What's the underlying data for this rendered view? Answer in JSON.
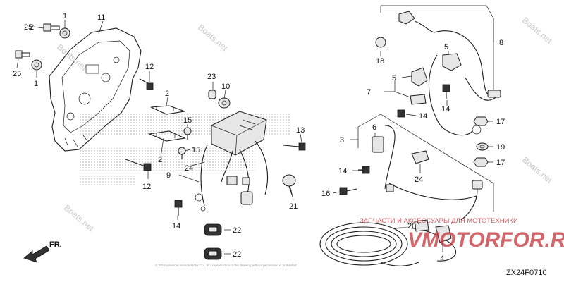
{
  "diagram_code": "ZX24F0710",
  "watermarks": {
    "boats_net": "Boats.net",
    "parts_line": "ЗАПЧАСТИ И АКСЕССУАРЫ ДЛЯ МОТОТЕХНИКИ",
    "site": "VMOTORFOR.RU"
  },
  "copyright_line": "© 2019 American Honda Motor Co., Inc. reproduction of this drawing without permission is prohibited",
  "front_marker": "FR.",
  "callouts": {
    "c1a": "1",
    "c1b": "1",
    "c2a": "2",
    "c2b": "2",
    "c3": "3",
    "c4": "4",
    "c5a": "5",
    "c5b": "5",
    "c6": "6",
    "c7": "7",
    "c8": "8",
    "c9": "9",
    "c10": "10",
    "c11": "11",
    "c12a": "12",
    "c12b": "12",
    "c13": "13",
    "c14a": "14",
    "c14b": "14",
    "c14c": "14",
    "c14d": "14",
    "c15a": "15",
    "c15b": "15",
    "c16": "16",
    "c17a": "17",
    "c17b": "17",
    "c18": "18",
    "c19": "19",
    "c20": "20",
    "c21": "21",
    "c22a": "22",
    "c22b": "22",
    "c23": "23",
    "c24a": "24",
    "c24b": "24",
    "c25a": "25",
    "c25b": "25"
  },
  "colors": {
    "ink": "#1a1a1a",
    "watermark_red": "#c0262d",
    "watermark_grey": "#b8b8b8"
  }
}
